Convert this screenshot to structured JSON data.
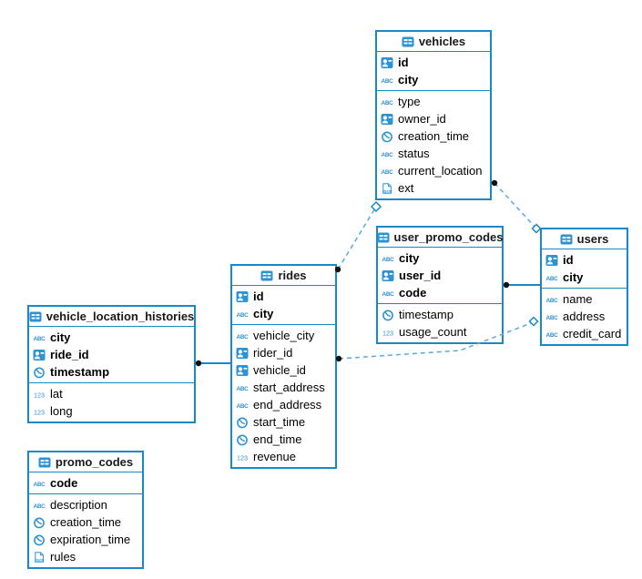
{
  "colors": {
    "table_border": "#1789ca",
    "icon_blue": "#2e93d3",
    "relationship_dashed": "#5aabdd",
    "relationship_solid": "#1789ca",
    "endpoint_dot": "#111111",
    "text": "#000000",
    "background": "#ffffff"
  },
  "icons": {
    "text_glyph": "ABC",
    "number_glyph": "123",
    "json_glyph": "JSON"
  },
  "tables": [
    {
      "name": "vehicles",
      "header_icon": "table-icon",
      "primary_key": [
        {
          "name": "id",
          "type_icon": "reference-type-icon"
        },
        {
          "name": "city",
          "type_icon": "text-type-icon"
        }
      ],
      "columns": [
        {
          "name": "type",
          "type_icon": "text-type-icon"
        },
        {
          "name": "owner_id",
          "type_icon": "reference-type-icon"
        },
        {
          "name": "creation_time",
          "type_icon": "timestamp-type-icon"
        },
        {
          "name": "status",
          "type_icon": "text-type-icon"
        },
        {
          "name": "current_location",
          "type_icon": "text-type-icon"
        },
        {
          "name": "ext",
          "type_icon": "json-type-icon"
        }
      ]
    },
    {
      "name": "user_promo_codes",
      "header_icon": "table-icon",
      "primary_key": [
        {
          "name": "city",
          "type_icon": "text-type-icon"
        },
        {
          "name": "user_id",
          "type_icon": "reference-type-icon"
        },
        {
          "name": "code",
          "type_icon": "text-type-icon"
        }
      ],
      "columns": [
        {
          "name": "timestamp",
          "type_icon": "timestamp-type-icon"
        },
        {
          "name": "usage_count",
          "type_icon": "number-type-icon"
        }
      ]
    },
    {
      "name": "users",
      "header_icon": "table-icon",
      "primary_key": [
        {
          "name": "id",
          "type_icon": "reference-type-icon"
        },
        {
          "name": "city",
          "type_icon": "text-type-icon"
        }
      ],
      "columns": [
        {
          "name": "name",
          "type_icon": "text-type-icon"
        },
        {
          "name": "address",
          "type_icon": "text-type-icon"
        },
        {
          "name": "credit_card",
          "type_icon": "text-type-icon"
        }
      ]
    },
    {
      "name": "rides",
      "header_icon": "table-icon",
      "primary_key": [
        {
          "name": "id",
          "type_icon": "reference-type-icon"
        },
        {
          "name": "city",
          "type_icon": "text-type-icon"
        }
      ],
      "columns": [
        {
          "name": "vehicle_city",
          "type_icon": "text-type-icon"
        },
        {
          "name": "rider_id",
          "type_icon": "reference-type-icon"
        },
        {
          "name": "vehicle_id",
          "type_icon": "reference-type-icon"
        },
        {
          "name": "start_address",
          "type_icon": "text-type-icon"
        },
        {
          "name": "end_address",
          "type_icon": "text-type-icon"
        },
        {
          "name": "start_time",
          "type_icon": "timestamp-type-icon"
        },
        {
          "name": "end_time",
          "type_icon": "timestamp-type-icon"
        },
        {
          "name": "revenue",
          "type_icon": "number-type-icon"
        }
      ]
    },
    {
      "name": "vehicle_location_histories",
      "header_icon": "table-icon",
      "primary_key": [
        {
          "name": "city",
          "type_icon": "text-type-icon"
        },
        {
          "name": "ride_id",
          "type_icon": "reference-type-icon"
        },
        {
          "name": "timestamp",
          "type_icon": "timestamp-type-icon"
        }
      ],
      "columns": [
        {
          "name": "lat",
          "type_icon": "number-type-icon"
        },
        {
          "name": "long",
          "type_icon": "number-type-icon"
        }
      ]
    },
    {
      "name": "promo_codes",
      "header_icon": "table-icon",
      "primary_key": [
        {
          "name": "code",
          "type_icon": "text-type-icon"
        }
      ],
      "columns": [
        {
          "name": "description",
          "type_icon": "text-type-icon"
        },
        {
          "name": "creation_time",
          "type_icon": "timestamp-type-icon"
        },
        {
          "name": "expiration_time",
          "type_icon": "timestamp-type-icon"
        },
        {
          "name": "rules",
          "type_icon": "json-type-icon"
        }
      ]
    }
  ],
  "relationships": [
    {
      "from": "rides",
      "to": "vehicles",
      "line_style": "dashed",
      "dot_end": "rides",
      "diamond_end": "vehicles"
    },
    {
      "from": "vehicles",
      "to": "users",
      "line_style": "dashed",
      "dot_end": "vehicles",
      "diamond_end": "users"
    },
    {
      "from": "user_promo_codes",
      "to": "users",
      "line_style": "solid",
      "dot_end": "user_promo_codes",
      "diamond_end": ""
    },
    {
      "from": "rides",
      "to": "users",
      "line_style": "dashed",
      "dot_end": "rides",
      "diamond_end": "users"
    },
    {
      "from": "vehicle_location_histories",
      "to": "rides",
      "line_style": "solid",
      "dot_end": "vehicle_location_histories",
      "diamond_end": ""
    }
  ]
}
